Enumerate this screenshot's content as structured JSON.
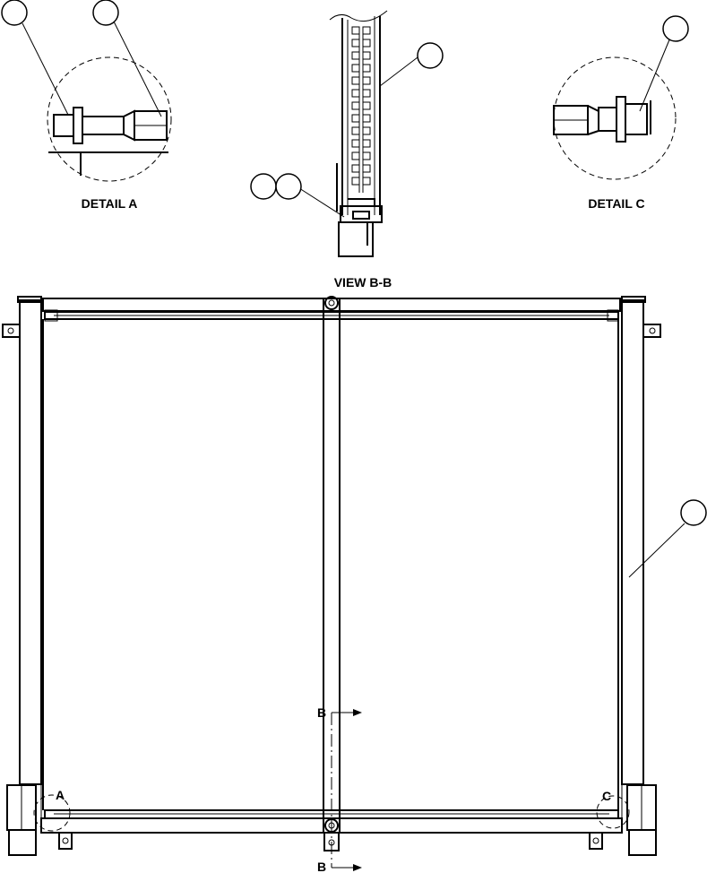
{
  "labels": {
    "detail_a": "DETAIL A",
    "detail_c": "DETAIL C",
    "view_bb": "VIEW B-B",
    "ref_a": "A",
    "ref_c": "C",
    "section_b_top": "B",
    "section_b_bottom": "B"
  }
}
